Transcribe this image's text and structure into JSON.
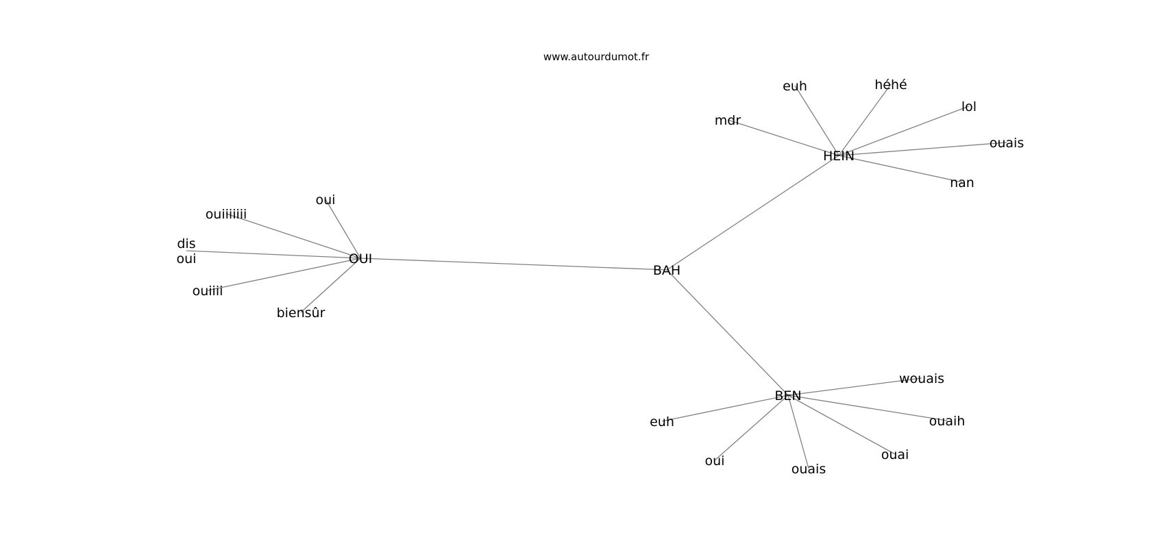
{
  "website": "www.autourdumot.fr",
  "graph": {
    "center": "BAH",
    "hubs": [
      {
        "id": "oui_hub",
        "label": "OUI",
        "leaves": [
          "oui",
          "ouiiiiiii",
          "dis\noui",
          "ouiiii",
          "biensûr"
        ]
      },
      {
        "id": "hein_hub",
        "label": "HEIN",
        "leaves": [
          "euh",
          "héhé",
          "lol",
          "mdr",
          "ouais",
          "nan"
        ]
      },
      {
        "id": "ben_hub",
        "label": "BEN",
        "leaves": [
          "wouais",
          "euh",
          "ouaih",
          "oui",
          "ouais",
          "ouai"
        ]
      }
    ]
  }
}
